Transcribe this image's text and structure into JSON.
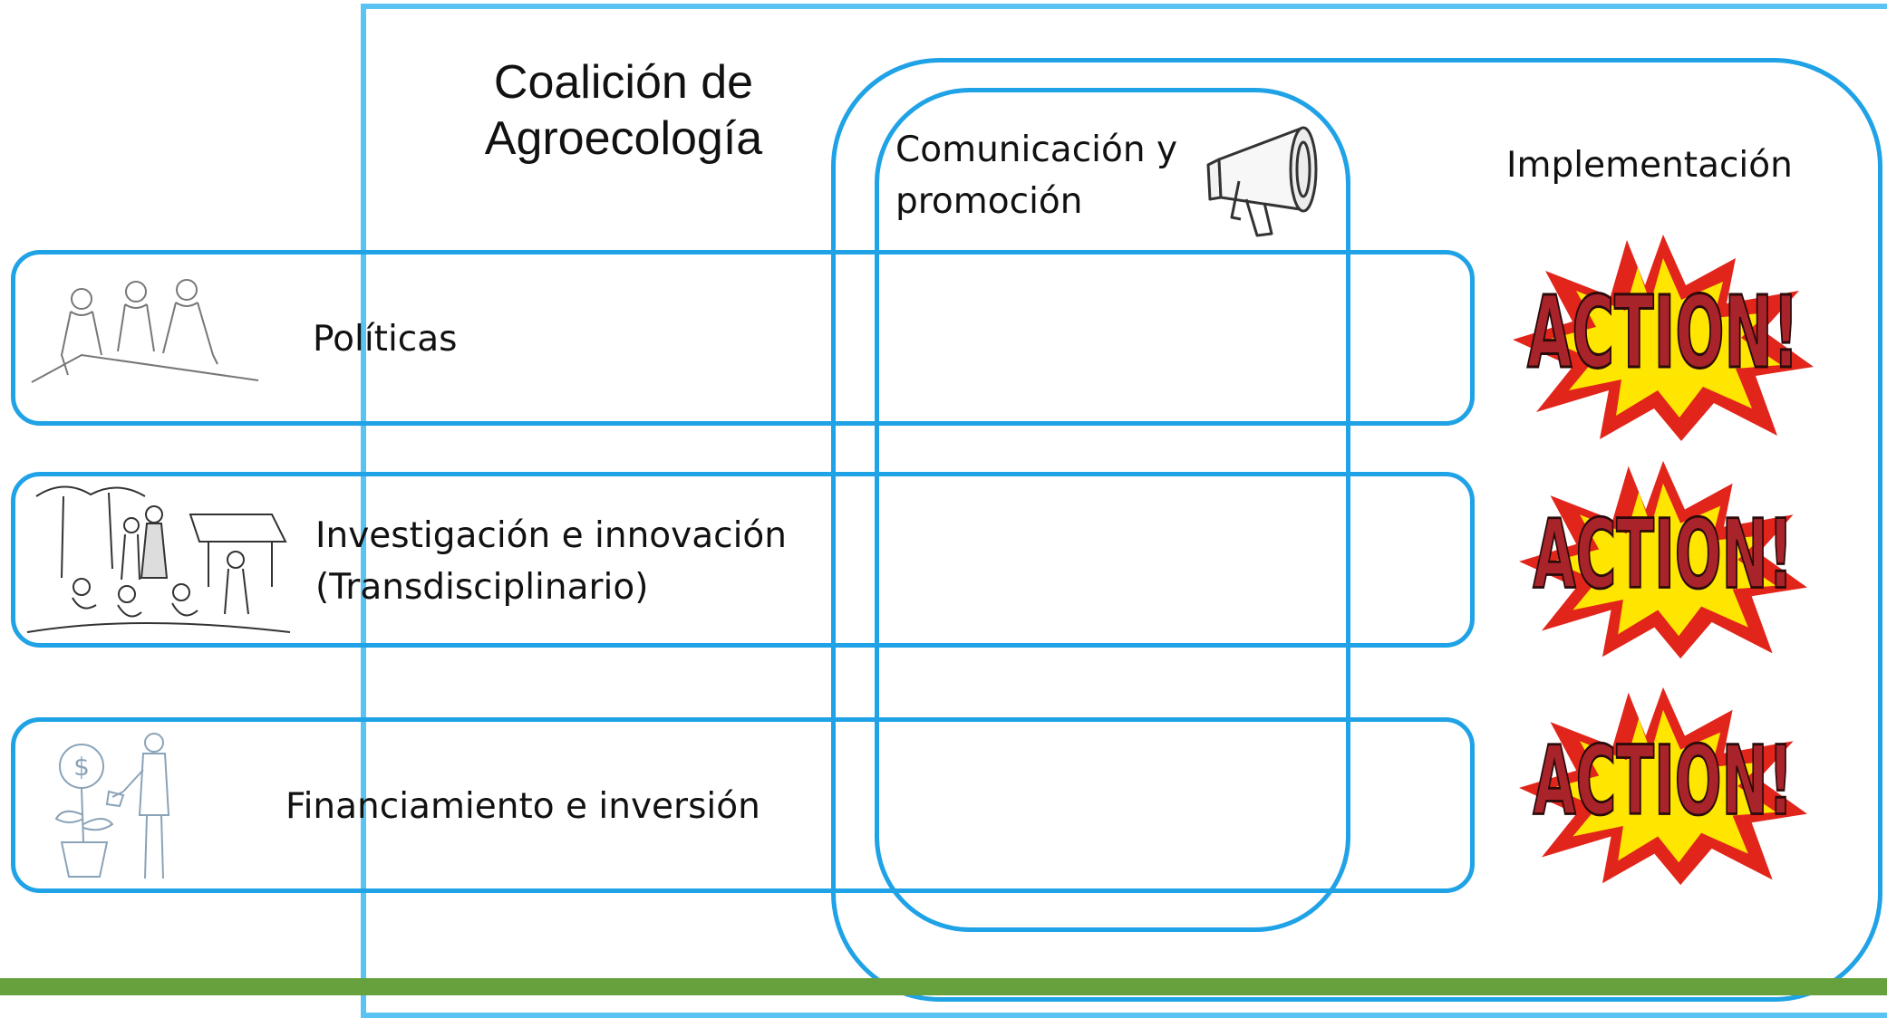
{
  "diagram": {
    "title": "Coalición de\nAgroecología",
    "communication_label": "Comunicación y\npromoción",
    "implementation_label": "Implementación",
    "rows": [
      {
        "label": "Políticas",
        "icon": "meeting-people-sketch"
      },
      {
        "label": "Investigación e innovación\n(Transdisciplinario)",
        "icon": "community-group-sketch"
      },
      {
        "label": "Financiamiento e inversión",
        "icon": "investor-watering-money-plant-sketch"
      }
    ],
    "action_badges": [
      {
        "text": "ACTION!"
      },
      {
        "text": "ACTION!"
      },
      {
        "text": "ACTION!"
      }
    ],
    "megaphone_icon": "megaphone-icon"
  },
  "colors": {
    "frame_blue": "#1FA2E6",
    "outer_frame_blue": "#5BC3F2",
    "footer_green": "#66A13E",
    "burst_red": "#E1251B",
    "burst_yellow": "#FFE600",
    "action_text": "#A8242A"
  }
}
